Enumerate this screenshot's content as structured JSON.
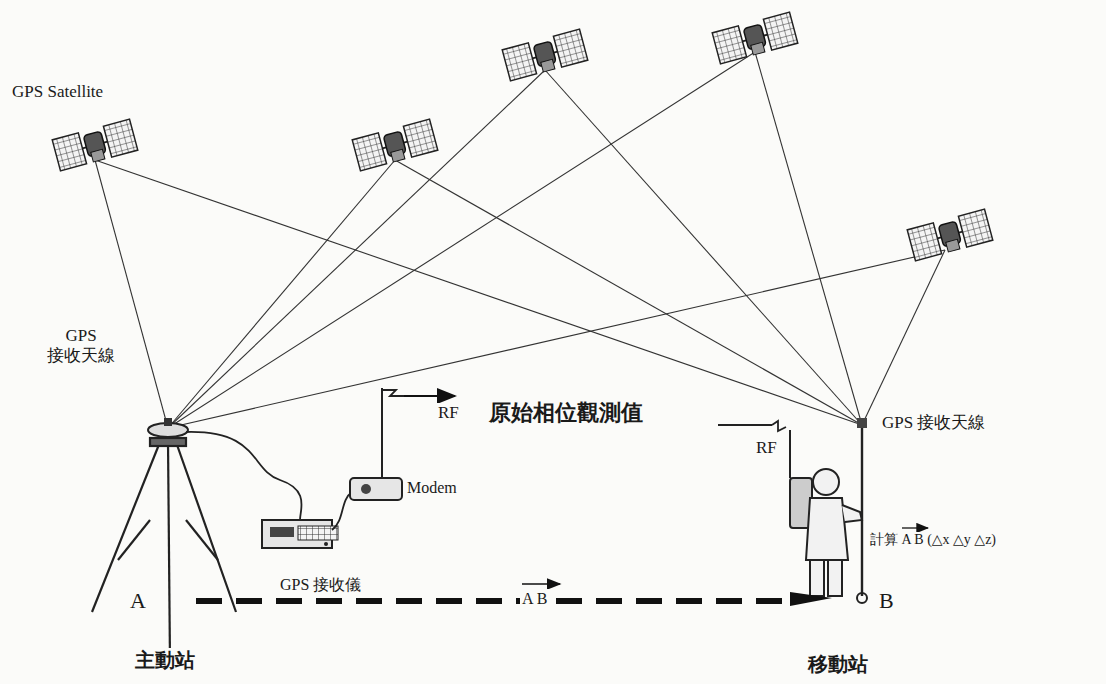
{
  "diagram": {
    "labels": [
      "GPS Satellite",
      "GPS 接收天線",
      "RF",
      "原始相位觀測值",
      "RF",
      "GPS 接收天線",
      "Modem",
      "GPS 接收儀",
      "A B",
      "計算 A B (△x △y △z)",
      "A",
      "B",
      "主動站",
      "移動站"
    ]
  }
}
